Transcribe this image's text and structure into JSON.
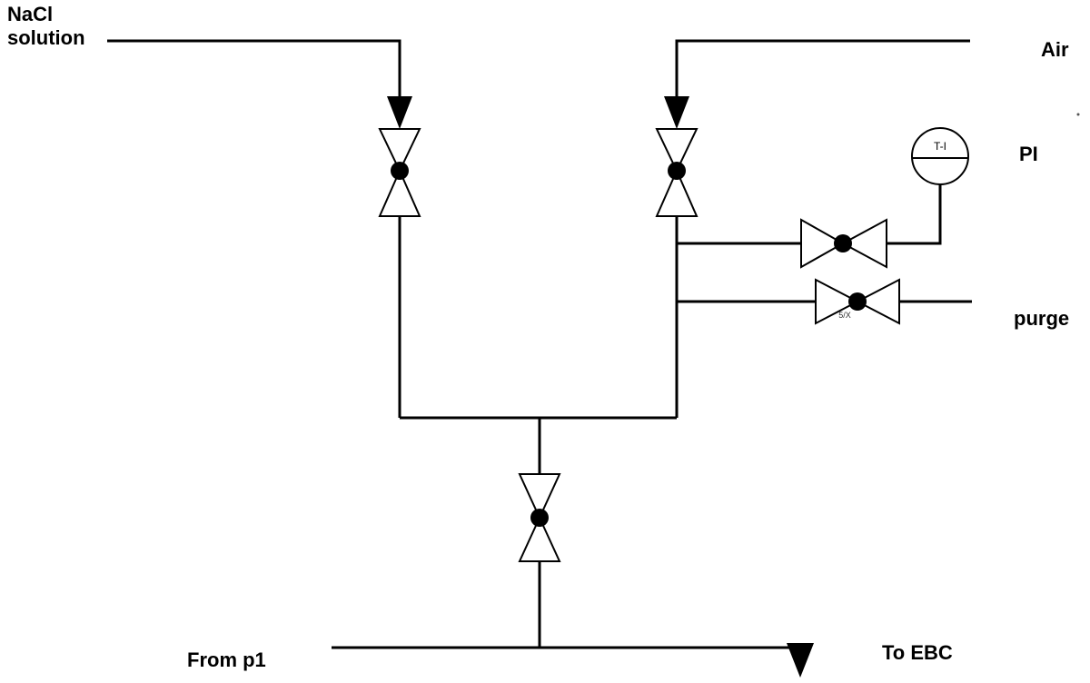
{
  "labels": {
    "nacl_line1": "NaCl",
    "nacl_line2": "solution",
    "air": "Air",
    "pi": "PI",
    "purge": "purge",
    "from_p1": "From p1",
    "to_ebc": "To EBC"
  },
  "gauge": {
    "tag": "T-I"
  },
  "purge_valve": {
    "mark": "5/X"
  }
}
